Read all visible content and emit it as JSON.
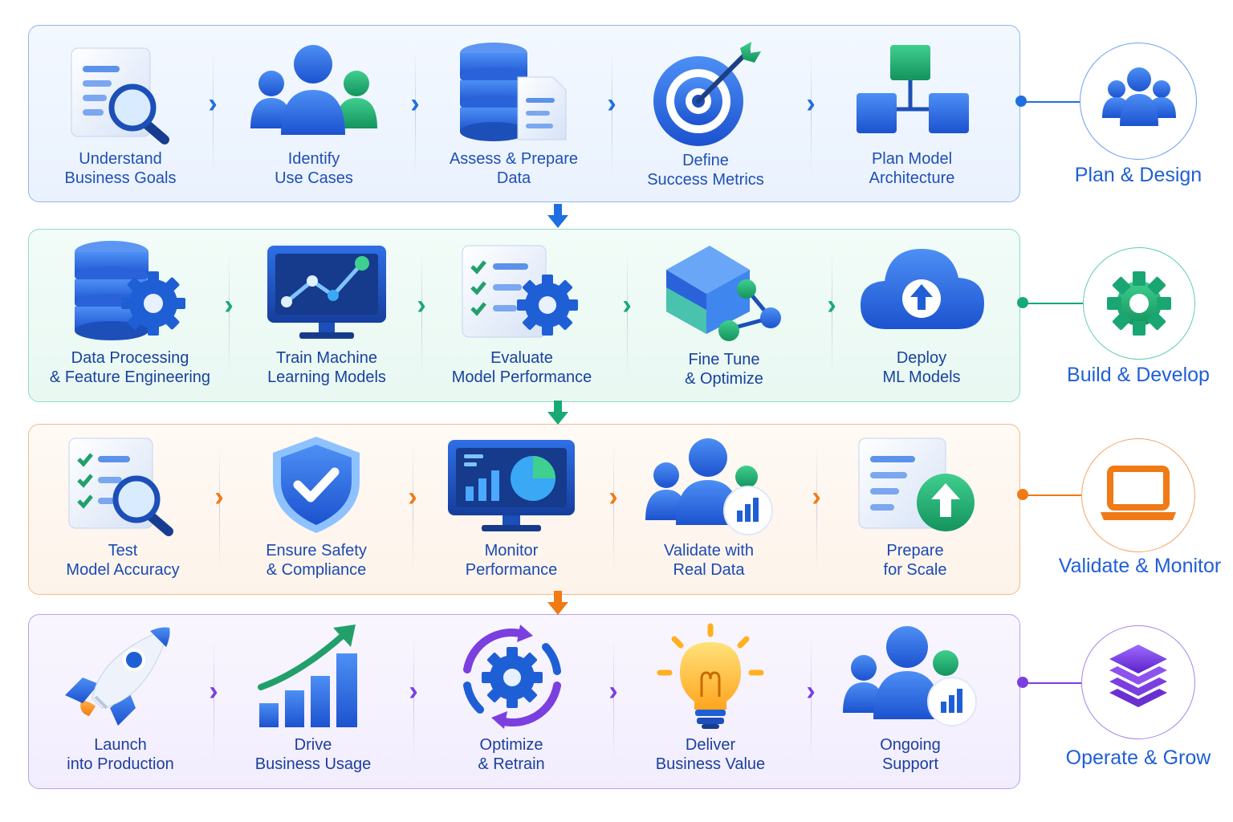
{
  "phases": [
    {
      "label": "Plan & Design",
      "color": "#1f6fe0",
      "icon": "users-icon",
      "steps": [
        {
          "l1": "Understand",
          "l2": "Business Goals",
          "icon": "document-search-icon"
        },
        {
          "l1": "Identify",
          "l2": "Use Cases",
          "icon": "users-icon"
        },
        {
          "l1": "Assess & Prepare",
          "l2": "Data",
          "icon": "database-document-icon"
        },
        {
          "l1": "Define",
          "l2": "Success Metrics",
          "icon": "target-icon"
        },
        {
          "l1": "Plan Model",
          "l2": "Architecture",
          "icon": "hierarchy-icon"
        }
      ]
    },
    {
      "label": "Build & Develop",
      "color": "#19a974",
      "icon": "gear-icon",
      "steps": [
        {
          "l1": "Data Processing",
          "l2": "& Feature Engineering",
          "icon": "database-gear-icon"
        },
        {
          "l1": "Train Machine",
          "l2": "Learning Models",
          "icon": "monitor-chart-icon"
        },
        {
          "l1": "Evaluate",
          "l2": "Model Performance",
          "icon": "checklist-gear-icon"
        },
        {
          "l1": "Fine Tune",
          "l2": "& Optimize",
          "icon": "cube-network-icon"
        },
        {
          "l1": "Deploy",
          "l2": "ML Models",
          "icon": "cloud-upload-icon"
        }
      ]
    },
    {
      "label": "Validate & Monitor",
      "color": "#f07a16",
      "icon": "laptop-icon",
      "steps": [
        {
          "l1": "Test",
          "l2": "Model Accuracy",
          "icon": "checklist-search-icon"
        },
        {
          "l1": "Ensure Safety",
          "l2": "& Compliance",
          "icon": "shield-check-icon"
        },
        {
          "l1": "Monitor",
          "l2": "Performance",
          "icon": "monitor-dashboard-icon"
        },
        {
          "l1": "Validate with",
          "l2": "Real Data",
          "icon": "users-chart-icon"
        },
        {
          "l1": "Prepare",
          "l2": "for Scale",
          "icon": "document-upload-icon"
        }
      ]
    },
    {
      "label": "Operate & Grow",
      "color": "#7b3fe0",
      "icon": "layers-icon",
      "steps": [
        {
          "l1": "Launch",
          "l2": "into Production",
          "icon": "rocket-icon"
        },
        {
          "l1": "Drive",
          "l2": "Business Usage",
          "icon": "growth-chart-icon"
        },
        {
          "l1": "Optimize",
          "l2": "& Retrain",
          "icon": "gear-cycle-icon"
        },
        {
          "l1": "Deliver",
          "l2": "Business Value",
          "icon": "lightbulb-icon"
        },
        {
          "l1": "Ongoing",
          "l2": "Support",
          "icon": "users-chart-icon"
        }
      ]
    }
  ]
}
